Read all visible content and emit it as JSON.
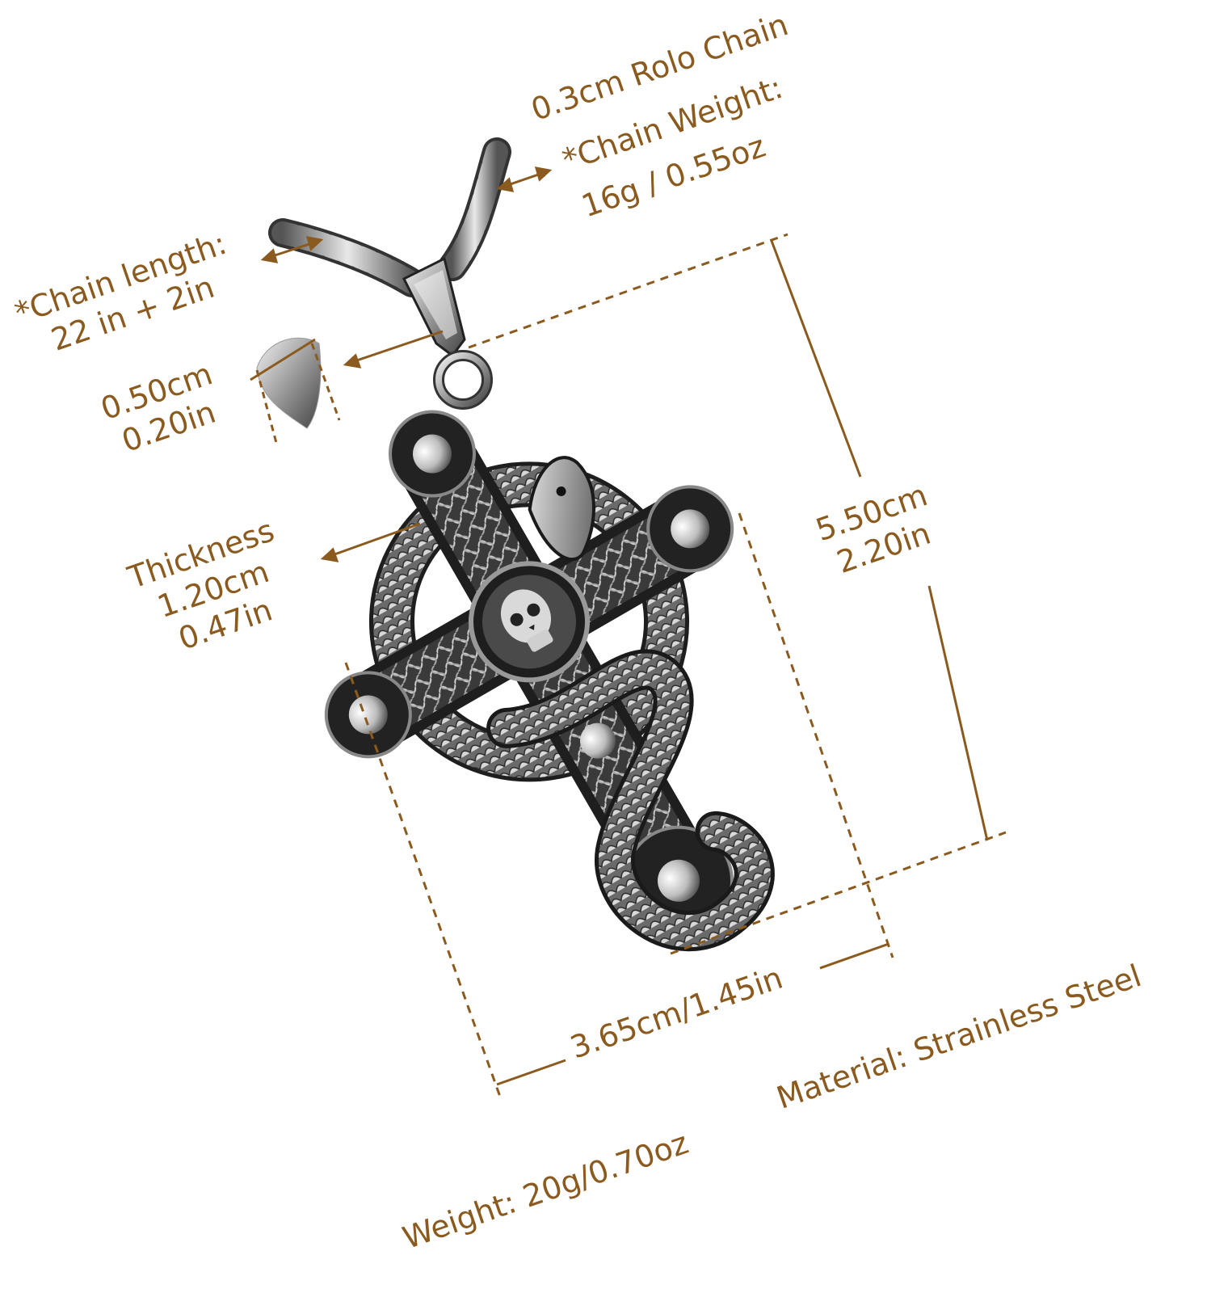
{
  "colors": {
    "label": "#8b5a1e",
    "metal": "#cfcfcf",
    "metal_dark": "#3a3a3a",
    "background": "#ffffff"
  },
  "labels": {
    "rolo_chain": "0.3cm Rolo Chain",
    "chain_weight_title": "*Chain Weight:",
    "chain_weight_value": "16g / 0.55oz",
    "chain_length_title": "*Chain length:",
    "chain_length_value": "22 in + 2in",
    "bail_cm": "0.50cm",
    "bail_in": "0.20in",
    "thickness_title": "Thickness",
    "thickness_cm": "1.20cm",
    "thickness_in": "0.47in",
    "height_cm": "5.50cm",
    "height_in": "2.20in",
    "width": "3.65cm/1.45in",
    "material": "Material: Strainless Steel",
    "weight": "Weight: 20g/0.70oz"
  },
  "icons": [
    "snake-cross-pendant",
    "skull-icon",
    "bail-drop-icon",
    "box-chain"
  ]
}
